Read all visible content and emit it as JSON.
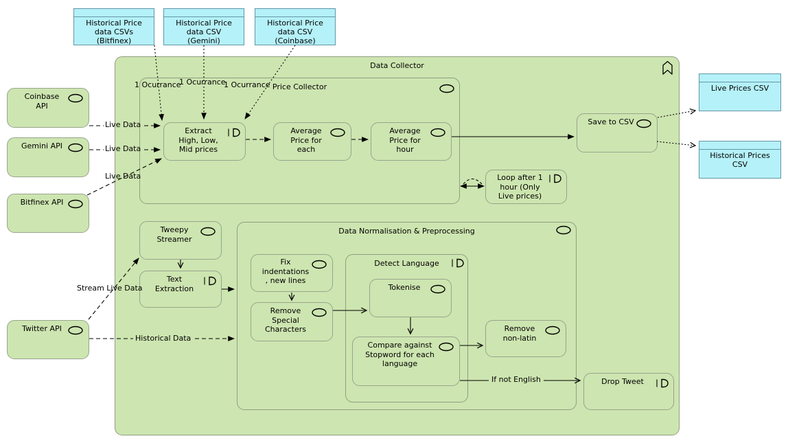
{
  "colors": {
    "node_fill": "#cde5b0",
    "node_border": "#96a58c",
    "container_border": "#8f9e83",
    "artifact_fill": "#b5f1f8",
    "artifact_border": "#6296a6",
    "line": "#000000",
    "text": "#000000"
  },
  "containers": {
    "data_collector": "Data Collector",
    "price_collector": "Price Collector",
    "data_normalisation": "Data Normalisation & Preprocessing",
    "detect_language": "Detect Language"
  },
  "artifacts": {
    "bitfinex_csvs": "Historical Price\ndata CSVs\n(Bitfinex)",
    "gemini_csv": "Historical Price\ndata CSV\n(Gemini)",
    "coinbase_csv": "Historical Price\ndata CSV\n(Coinbase)",
    "live_prices_csv": "Live Prices CSV",
    "historical_prices_csv": "Historical Prices\nCSV"
  },
  "apps": {
    "coinbase_api": "Coinbase\nAPI",
    "gemini_api": "Gemini API",
    "bitfinex_api": "Bitfinex API",
    "twitter_api": "Twitter API"
  },
  "processes": {
    "extract_prices": "Extract\nHigh, Low,\nMid prices",
    "average_each": "Average\nPrice for\neach",
    "average_hour": "Average\nPrice for\nhour",
    "loop_hour": "Loop after 1\nhour (Only\nLive prices)",
    "save_to_csv": "Save to CSV",
    "tweepy_streamer": "Tweepy\nStreamer",
    "text_extraction": "Text\nExtraction",
    "fix_indentations": "Fix\nindentations\n, new lines",
    "remove_special": "Remove\nSpecial\nCharacters",
    "tokenise": "Tokenise",
    "compare_stopword": "Compare against\nStopword for each\nlanguage",
    "remove_nonlatin": "Remove\nnon-latin",
    "drop_tweet": "Drop Tweet"
  },
  "edge_labels": {
    "ocurrance_1": "1 Ocurrance",
    "ocurrance_2": "1 Ocurrance",
    "ocurrance_3": "1 Ocurrance",
    "live_data_1": "Live Data",
    "live_data_2": "Live Data",
    "live_data_3": "Live Data",
    "stream_live_data": "Stream Live Data",
    "historical_data": "Historical Data",
    "if_not_english": "If not English"
  },
  "icons": {
    "service_icon": "oval outline",
    "interaction_icon": "half rounded rectangle with vertical bar",
    "grouping_icon": "chevron bookmark outline"
  }
}
